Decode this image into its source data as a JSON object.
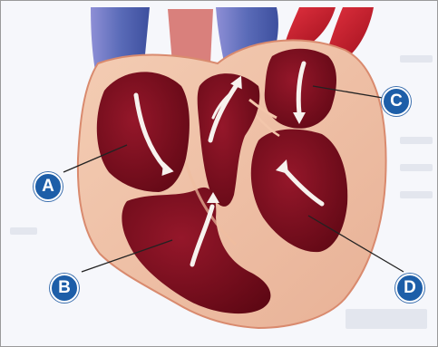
{
  "labels": [
    {
      "id": "A",
      "text": "A",
      "structure": "right-atrium"
    },
    {
      "id": "B",
      "text": "B",
      "structure": "right-ventricle"
    },
    {
      "id": "C",
      "text": "C",
      "structure": "left-atrium"
    },
    {
      "id": "D",
      "text": "D",
      "structure": "left-ventricle"
    }
  ],
  "colors": {
    "badge_fill": "#1d5ea8",
    "heart_outer": "#f2c4a8",
    "heart_edge": "#d98a6e",
    "chamber": "#7a0d1c",
    "chamber_dark": "#5c0713",
    "vein_blue": "#5a6bb8",
    "artery_red": "#c41e2d",
    "flow_arrow": "#f7f2ee",
    "leader_line": "#222222"
  }
}
